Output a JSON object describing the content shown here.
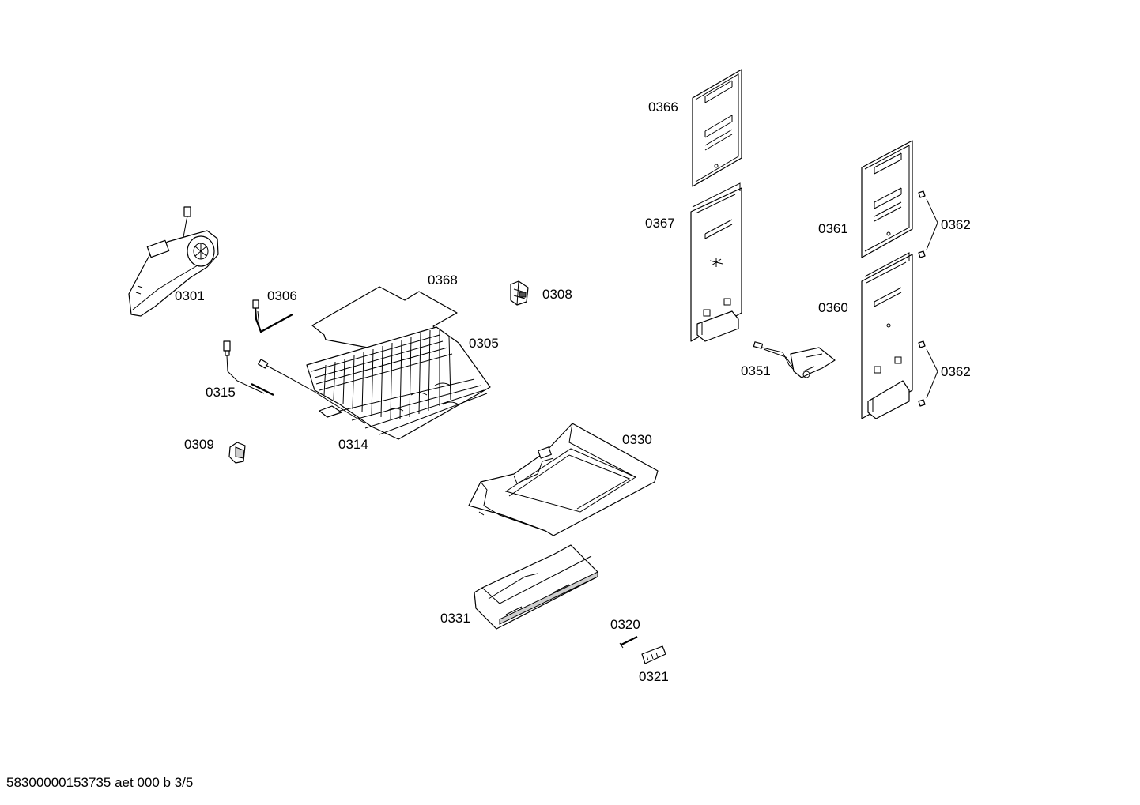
{
  "labels": {
    "p0301": "0301",
    "p0305": "0305",
    "p0306": "0306",
    "p0308": "0308",
    "p0309": "0309",
    "p0314": "0314",
    "p0315": "0315",
    "p0320": "0320",
    "p0321": "0321",
    "p0330": "0330",
    "p0331": "0331",
    "p0351": "0351",
    "p0360": "0360",
    "p0361": "0361",
    "p0362_top": "0362",
    "p0362_bottom": "0362",
    "p0366": "0366",
    "p0367": "0367",
    "p0368": "0368"
  },
  "footer": "58300000153735 aet 000 b 3/5"
}
